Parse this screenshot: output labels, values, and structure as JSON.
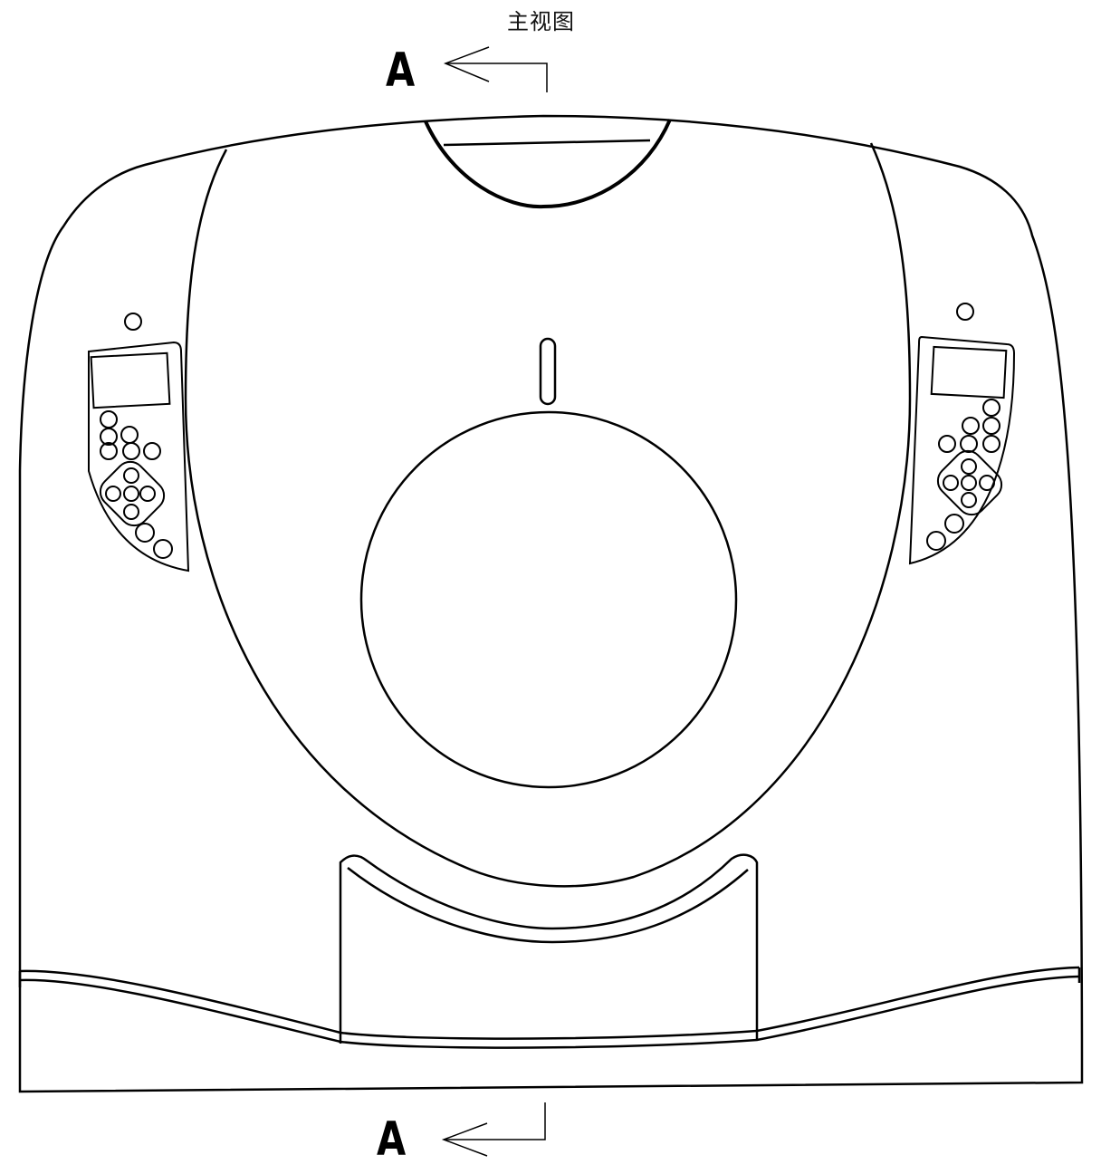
{
  "title": "主视图",
  "section_marks": {
    "top": "A",
    "bottom": "A"
  },
  "stroke_color": "#000000"
}
